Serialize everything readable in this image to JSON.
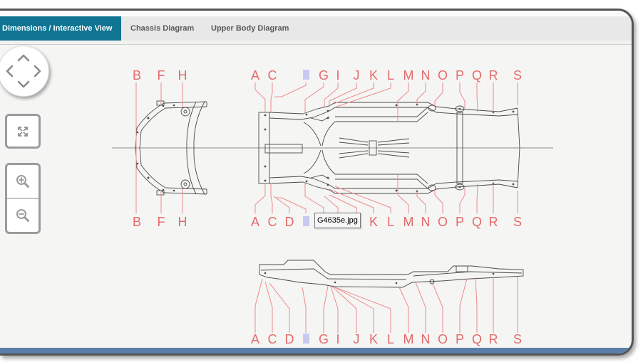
{
  "tabs": [
    {
      "label": "Dimensions / Interactive View",
      "active": true
    },
    {
      "label": "Chassis Diagram",
      "active": false
    },
    {
      "label": "Upper Body Diagram",
      "active": false
    }
  ],
  "controls": {
    "pan": {
      "up_icon": "chevron-up-icon",
      "down_icon": "chevron-down-icon",
      "left_icon": "chevron-left-icon",
      "right_icon": "chevron-right-icon"
    },
    "fit_icon": "expand-arrows-icon",
    "zoom_in_icon": "zoom-in-icon",
    "zoom_out_icon": "zoom-out-icon"
  },
  "diagram": {
    "front_top_labels": [
      "B",
      "F",
      "H"
    ],
    "front_bottom_labels": [
      "B",
      "F",
      "H"
    ],
    "top_view_upper_labels": [
      "A",
      "C",
      "G",
      "I",
      "J",
      "K",
      "L",
      "M",
      "N",
      "O",
      "P",
      "Q",
      "R",
      "S"
    ],
    "top_view_lower_labels": [
      "A",
      "C",
      "D",
      "K",
      "L",
      "M",
      "N",
      "O",
      "P",
      "Q",
      "R",
      "S"
    ],
    "side_view_labels": [
      "A",
      "C",
      "D",
      "G",
      "I",
      "J",
      "K",
      "L",
      "M",
      "N",
      "O",
      "P",
      "Q",
      "R",
      "S"
    ],
    "tooltip": "G4635e.jpg"
  },
  "colors": {
    "accent": "#0f7592",
    "label": "#e36a6a",
    "leader": "#ec8c8c",
    "highlight": "#c8c9f1",
    "footer": "#5b7fa9",
    "tab_text": "#5a5a5a"
  }
}
